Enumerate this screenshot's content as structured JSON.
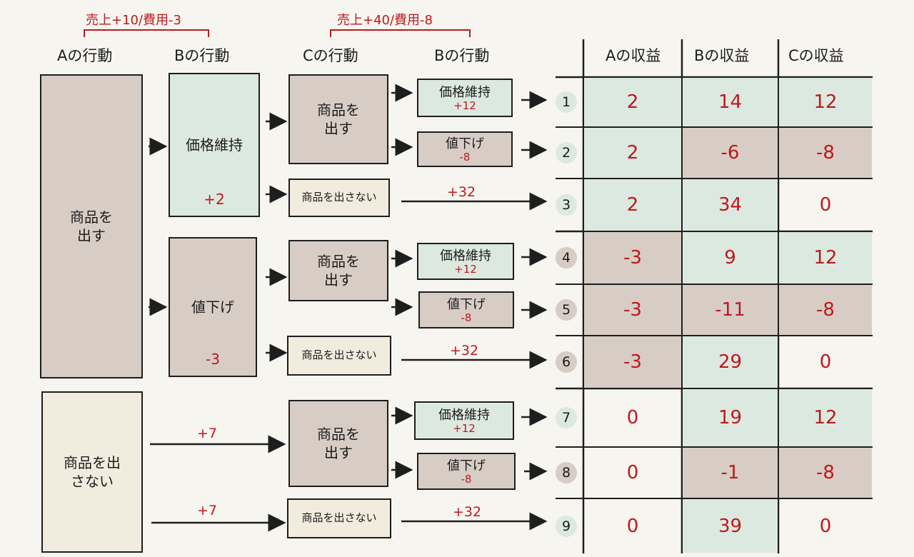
{
  "top_labels": {
    "b_round": "売上+10/費用-3",
    "c_round": "売上+40/費用-8"
  },
  "headers": {
    "a_action": "Aの行動",
    "b_action": "Bの行動",
    "c_action": "Cの行動",
    "b_action2": "Bの行動",
    "a_profit": "Aの収益",
    "b_profit": "Bの収益",
    "c_profit": "Cの収益"
  },
  "a_boxes": {
    "release": "商品を出す",
    "no_release": "商品を出さない"
  },
  "b_boxes": {
    "keep": "価格維持",
    "keep_delta": "+2",
    "cut": "値下げ",
    "cut_delta": "-3"
  },
  "branch_labels": {
    "a_no_b": "+7",
    "a_no_c": "+7",
    "c_no_1": "+32",
    "c_no_2": "+32",
    "c_no_3": "+32"
  },
  "c_boxes": {
    "release_1": "商品を出す",
    "no_1": "商品を出さない",
    "release_2": "商品を出す",
    "no_2": "商品を出さない",
    "release_3": "商品を出す",
    "no_3": "商品を出さない"
  },
  "b2_boxes": [
    {
      "label": "価格維持",
      "delta": "+12"
    },
    {
      "label": "値下げ",
      "delta": "-8"
    },
    {
      "label": "価格維持",
      "delta": "+12"
    },
    {
      "label": "値下げ",
      "delta": "-8"
    },
    {
      "label": "価格維持",
      "delta": "+12"
    },
    {
      "label": "値下げ",
      "delta": "-8"
    }
  ],
  "table": {
    "rows": [
      {
        "no": "1",
        "a": "2",
        "b": "14",
        "c": "12"
      },
      {
        "no": "2",
        "a": "2",
        "b": "-6",
        "c": "-8"
      },
      {
        "no": "3",
        "a": "2",
        "b": "34",
        "c": "0"
      },
      {
        "no": "4",
        "a": "-3",
        "b": "9",
        "c": "12"
      },
      {
        "no": "5",
        "a": "-3",
        "b": "-11",
        "c": "-8"
      },
      {
        "no": "6",
        "a": "-3",
        "b": "29",
        "c": "0"
      },
      {
        "no": "7",
        "a": "0",
        "b": "19",
        "c": "12"
      },
      {
        "no": "8",
        "a": "0",
        "b": "-1",
        "c": "-8"
      },
      {
        "no": "9",
        "a": "0",
        "b": "39",
        "c": "0"
      }
    ]
  },
  "colors": {
    "positive": "#dce9e0",
    "negative": "#d7cdc5",
    "neutral": "#f1ecdd",
    "value_text": "#c0181d"
  }
}
